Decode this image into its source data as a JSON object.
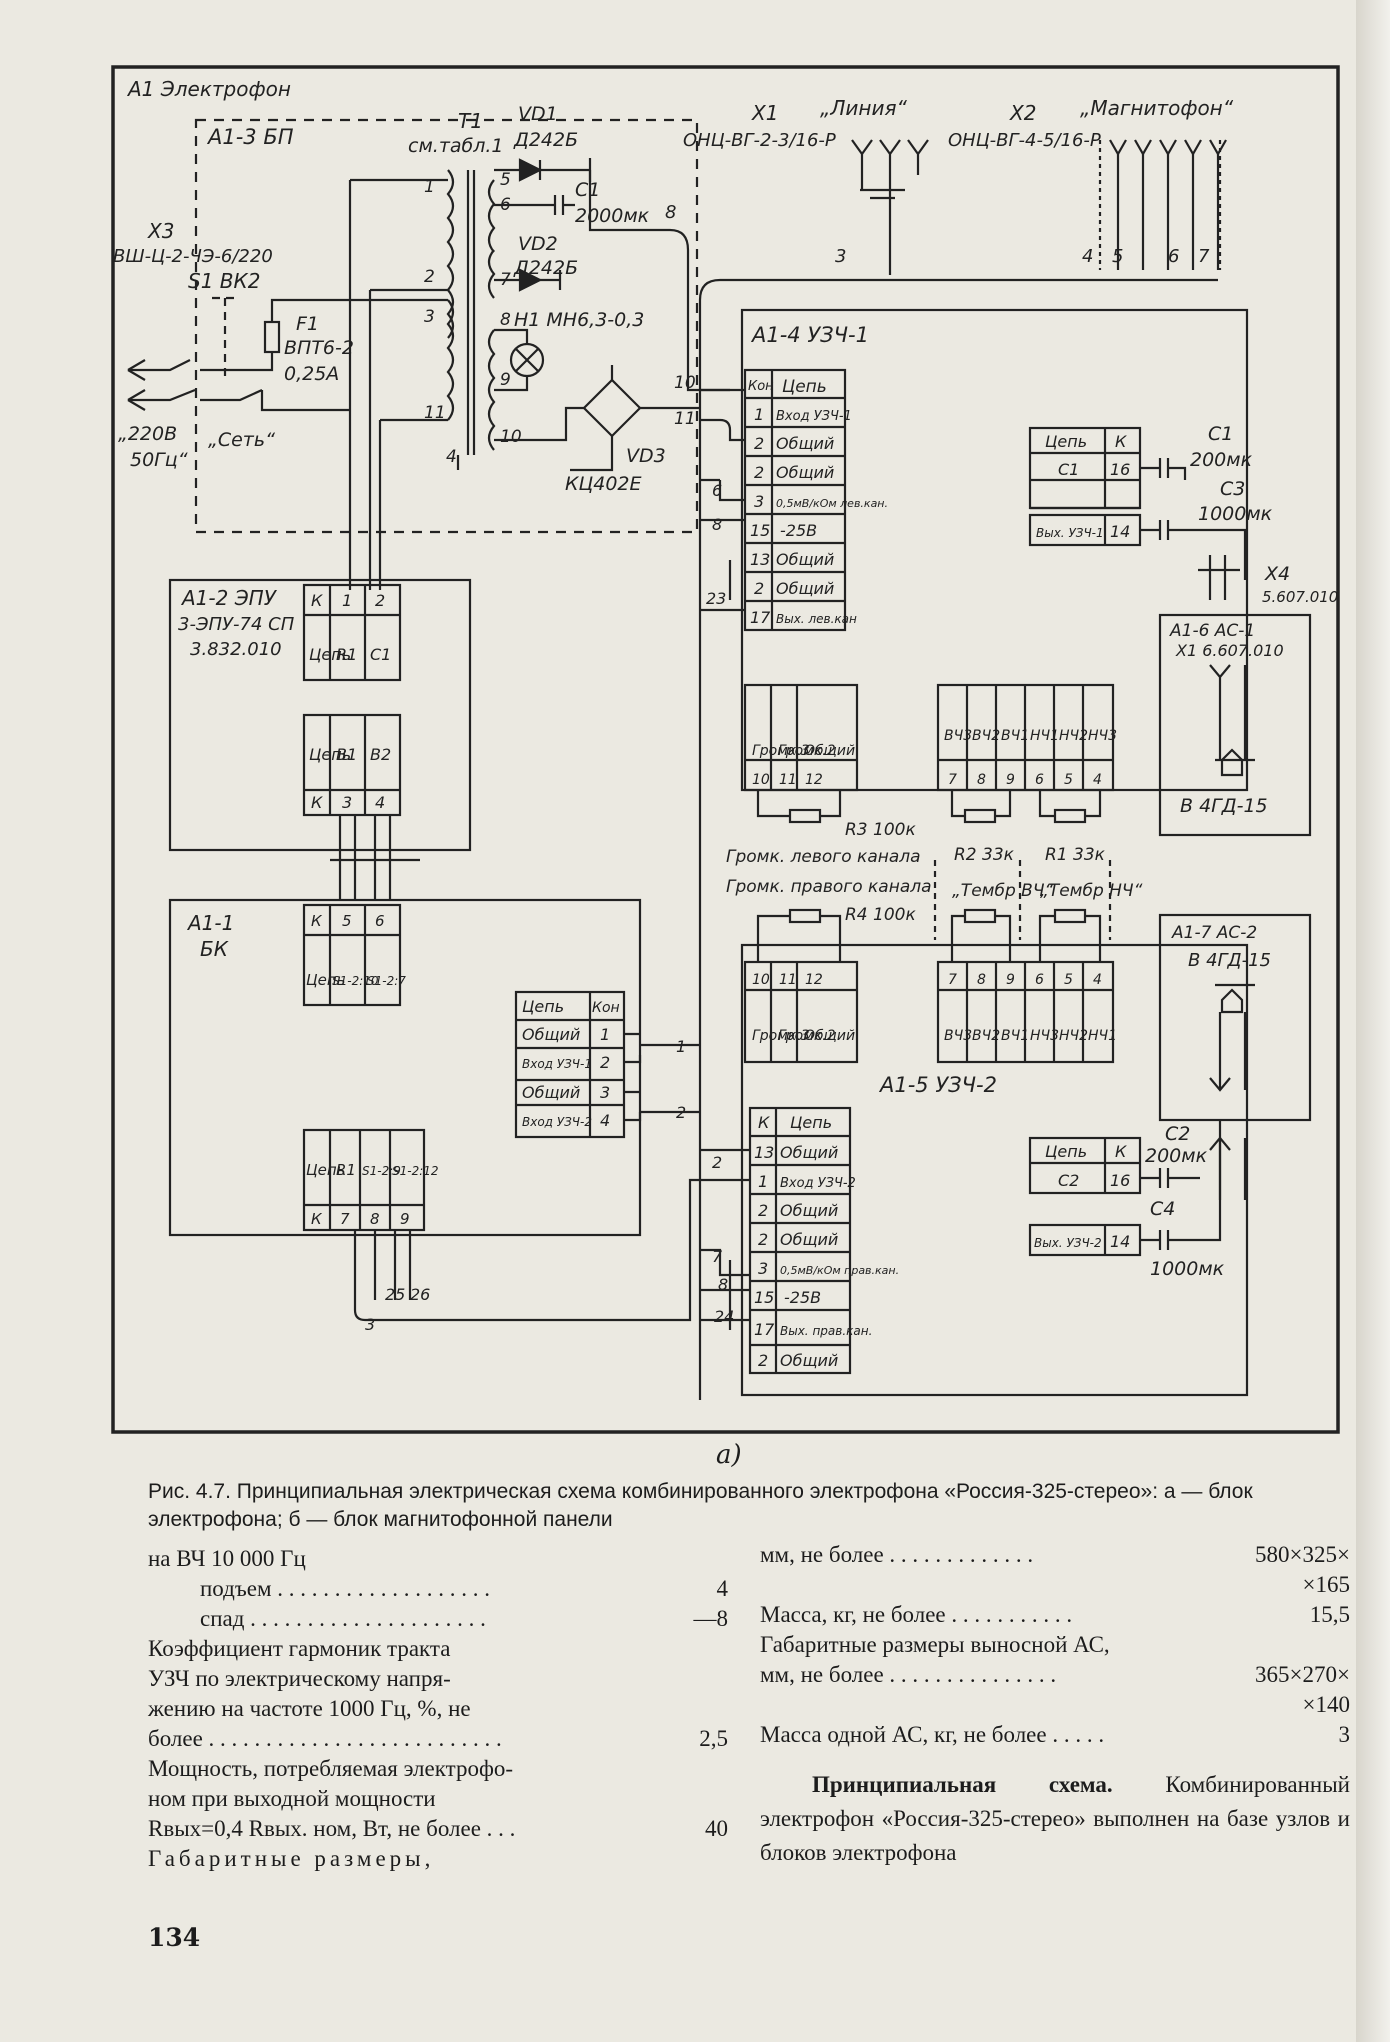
{
  "schematic": {
    "labels": {
      "a1": "А1  Электрофон",
      "a13": "А1-3  БП",
      "t1": "Т1",
      "t1sub": "см.табл.1",
      "vd1": "VD1",
      "vd1t": "Д242Б",
      "c1top": "С1",
      "c1val": "2000мк",
      "vd2": "VD2",
      "vd2t": "Д242Б",
      "h1": "Н1  МН6,3-0,3",
      "vd3": "VD3",
      "kc": "КЦ402Е",
      "x3": "Х3",
      "x3t": "ВШ-Ц-2-ЧЭ-6/220",
      "s1": "S1  ВК2",
      "f1": "F1",
      "f1t": "ВПТ6-2",
      "f1v": "0,25А",
      "v220": "„220В",
      "hz": "50Гц“",
      "set": "„Сеть“",
      "x1": "Х1",
      "x1l": "„Линия“",
      "x1t": "ОНЦ-ВГ-2-3/16-Р",
      "x2": "Х2",
      "x2l": "„Магнитофон“",
      "x2t": "ОНЦ-ВГ-4-5/16-Р",
      "a14": "А1-4   УЗЧ-1",
      "a12": "А1-2  ЭПУ",
      "a12t": "3-ЭПУ-74 СП",
      "a12n": "3.832.010",
      "a11": "А1-1",
      "bk": "БК",
      "a16": "А1-6  АС-1",
      "a16x": "Х1  6.607.010",
      "gd15a": "В  4ГД-15",
      "a17": "А1-7  АС-2",
      "gd15b": "В  4ГД-15",
      "a15": "А1-5  УЗЧ-2",
      "c1r": "С1",
      "c1rv": "200мк",
      "c3": "С3",
      "c3v": "1000мк",
      "x4": "Х4",
      "x4t": "5.607.010",
      "c2": "С2",
      "c2v": "200мк",
      "c4": "С4",
      "c4v": "1000мк",
      "r3": "R3 100к",
      "r2": "R2  33к",
      "r1": "R1  33к",
      "r4": "R4 100к",
      "grl": "Громк. левого канала",
      "grp": "Громк. правого канала",
      "tvch": "„Тембр ВЧ“",
      "tnch": "„Тембр НЧ“"
    },
    "tables": {
      "uzch1": [
        [
          "Кон",
          "Цепь"
        ],
        [
          "1",
          "Вход УЗЧ-1"
        ],
        [
          "2",
          "Общий"
        ],
        [
          "2",
          "Общий"
        ],
        [
          "3",
          "0,5мВ/кОм лев. кан."
        ],
        [
          "15",
          "-25В"
        ],
        [
          "13",
          "Общий"
        ],
        [
          "2",
          "Общий"
        ],
        [
          "17",
          "Вых. лев. кан"
        ]
      ],
      "uzch2": [
        [
          "К",
          "Цепь"
        ],
        [
          "13",
          "Общий"
        ],
        [
          "1",
          "Вход УЗЧ-2"
        ],
        [
          "2",
          "Общий"
        ],
        [
          "2",
          "Общий"
        ],
        [
          "3",
          "0,5мВ/кОм прав. кан."
        ],
        [
          "15",
          "-25В"
        ],
        [
          "17",
          "Вых. прав. кан."
        ],
        [
          "2",
          "Общий"
        ]
      ],
      "bk_right": [
        [
          "Цепь",
          "Кон"
        ],
        [
          "Общий",
          "1"
        ],
        [
          "Вход УЗЧ-1",
          "2"
        ],
        [
          "Общий",
          "3"
        ],
        [
          "Вход УЗЧ-2",
          "4"
        ]
      ],
      "c1tab": [
        [
          "Цепь",
          "К"
        ],
        [
          "С1",
          "16"
        ],
        [
          "Вых. УЗЧ-1",
          "14"
        ]
      ],
      "c2tab": [
        [
          "Цепь",
          "К"
        ],
        [
          "С2",
          "16"
        ],
        [
          "Вых. УЗЧ-2",
          "14"
        ]
      ]
    }
  },
  "caption_a": "а)",
  "figure_caption": "Рис. 4.7.   Принципиальная электрическая схема комбинированного электрофона «Россия-325-стерео»: а — блок электрофона; б — блок магнитофонной панели",
  "left_specs": [
    {
      "label": "на ВЧ 10 000 Гц",
      "value": "",
      "indent": false
    },
    {
      "label": "подъем . . . . . . . . . . . . . . . . . . .",
      "value": "4",
      "indent": true
    },
    {
      "label": "спад  . . . . . . . . . . . . . . . . . . . . .",
      "value": "—8",
      "indent": true
    },
    {
      "label": "Коэффициент гармоник тракта",
      "value": "",
      "indent": false
    },
    {
      "label": "УЗЧ по электрическому напря-",
      "value": "",
      "indent": false
    },
    {
      "label": "жению на частоте 1000 Гц, %, не",
      "value": "",
      "indent": false
    },
    {
      "label": "более . . . . . . . . . . . . . . . . . . . . . . . . . .",
      "value": "2,5",
      "indent": false
    },
    {
      "label": "Мощность, потребляемая электрофо-",
      "value": "",
      "indent": false
    },
    {
      "label": "ном при выходной мощности",
      "value": "",
      "indent": false
    },
    {
      "label": "Rвых=0,4 Rвых. ном, Вт, не более . . .",
      "value": "40",
      "indent": false
    },
    {
      "label": "Габаритные размеры,",
      "value": "",
      "indent": false
    }
  ],
  "right_specs": [
    {
      "label": "мм, не более  . . . . . . . . . . . . .",
      "value": "580×325×"
    },
    {
      "label": "",
      "value": "×165"
    },
    {
      "label": "Масса, кг, не более  . . . . . . . . . . .",
      "value": "15,5"
    },
    {
      "label": "Габаритные размеры выносной АС,",
      "value": ""
    },
    {
      "label": "мм, не более . . . . . . . . . . . . . . .",
      "value": "365×270×"
    },
    {
      "label": "",
      "value": "×140"
    },
    {
      "label": "Масса одной АС, кг, не более   . . . . .",
      "value": "3"
    }
  ],
  "paragraph_heading": "Принципиальная схема.",
  "paragraph_text": " Комбинированный электрофон «Россия-325-стерео» выполнен на базе узлов и блоков электрофона",
  "page_number": "134"
}
